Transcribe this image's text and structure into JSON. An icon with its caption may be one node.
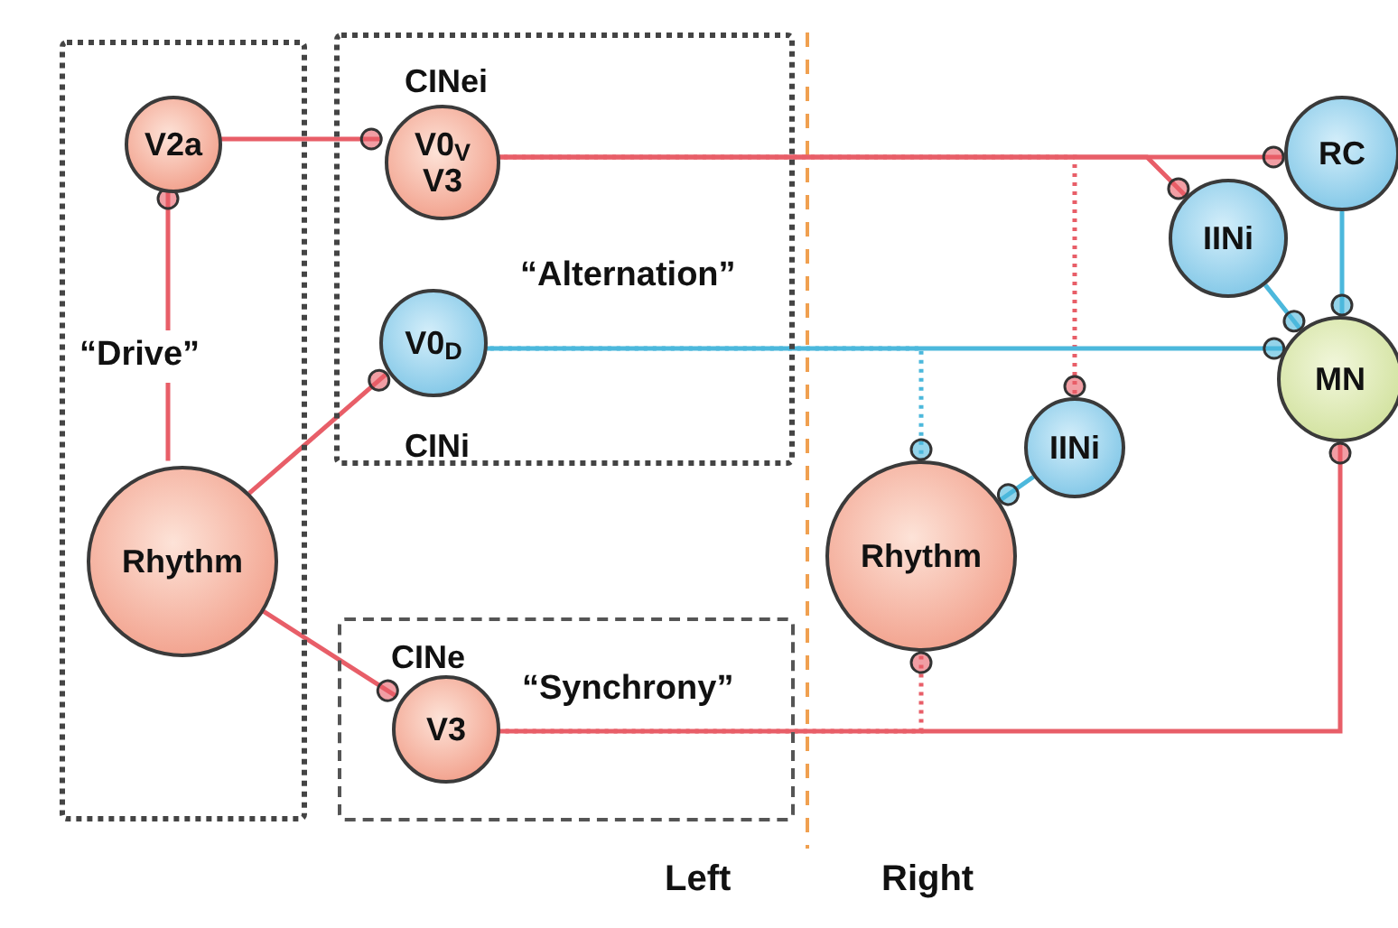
{
  "diagram": {
    "nodes": [
      {
        "text": [
          "“Drive”"
        ]
      },
      {
        "text": [
          "V2a"
        ],
        "in": 0
      },
      {
        "text": [
          "Rhythm"
        ],
        "in": 0
      },
      {
        "text": [
          "“Alternation”"
        ]
      },
      {
        "text": [
          "V0$_{V}$ V3"
        ],
        "in": 3,
        "beside": [
          "CINei"
        ]
      },
      {
        "text": [
          "V0$_{D}$"
        ],
        "in": 3,
        "beside": [
          "CINi"
        ]
      },
      {
        "text": [
          "“Synchrony”"
        ]
      },
      {
        "text": [
          "V3"
        ],
        "in": 6,
        "beside": [
          "CINe"
        ]
      },
      {
        "text": [
          "Rhythm"
        ]
      },
      {
        "text": [
          "IINi"
        ]
      },
      {
        "text": [
          "IINi"
        ]
      },
      {
        "text": [
          "RC"
        ]
      },
      {
        "text": [
          "MN"
        ]
      }
    ],
    "edges": [
      {
        "from": 1,
        "to": 4,
        "arrow": "other"
      },
      {
        "from": 2,
        "to": 1,
        "arrow": "other"
      },
      {
        "from": 2,
        "to": 5,
        "arrow": "other"
      },
      {
        "from": 2,
        "to": 7,
        "arrow": "other"
      },
      {
        "from": 4,
        "to": 11,
        "arrow": "other"
      },
      {
        "from": 4,
        "to": 10,
        "arrow": "other"
      },
      {
        "from": 4,
        "to": 9,
        "arrow": "other",
        "style": "dashed"
      },
      {
        "from": 5,
        "to": 12,
        "arrow": "other",
        "color": "#4cb8dc"
      },
      {
        "from": 5,
        "to": 8,
        "arrow": "other",
        "style": "dashed",
        "color": "#4cb8dc"
      },
      {
        "from": 9,
        "to": 8,
        "arrow": "other",
        "color": "#4cb8dc"
      },
      {
        "from": 10,
        "to": 12,
        "arrow": "other",
        "color": "#4cb8dc"
      },
      {
        "from": 11,
        "to": 12,
        "arrow": "other",
        "color": "#4cb8dc"
      },
      {
        "from": 7,
        "to": 12,
        "arrow": "other"
      },
      {
        "from": 7,
        "to": 8,
        "arrow": "other",
        "style": "dashed"
      }
    ],
    "labels": [
      "Left",
      "Right"
    ]
  }
}
